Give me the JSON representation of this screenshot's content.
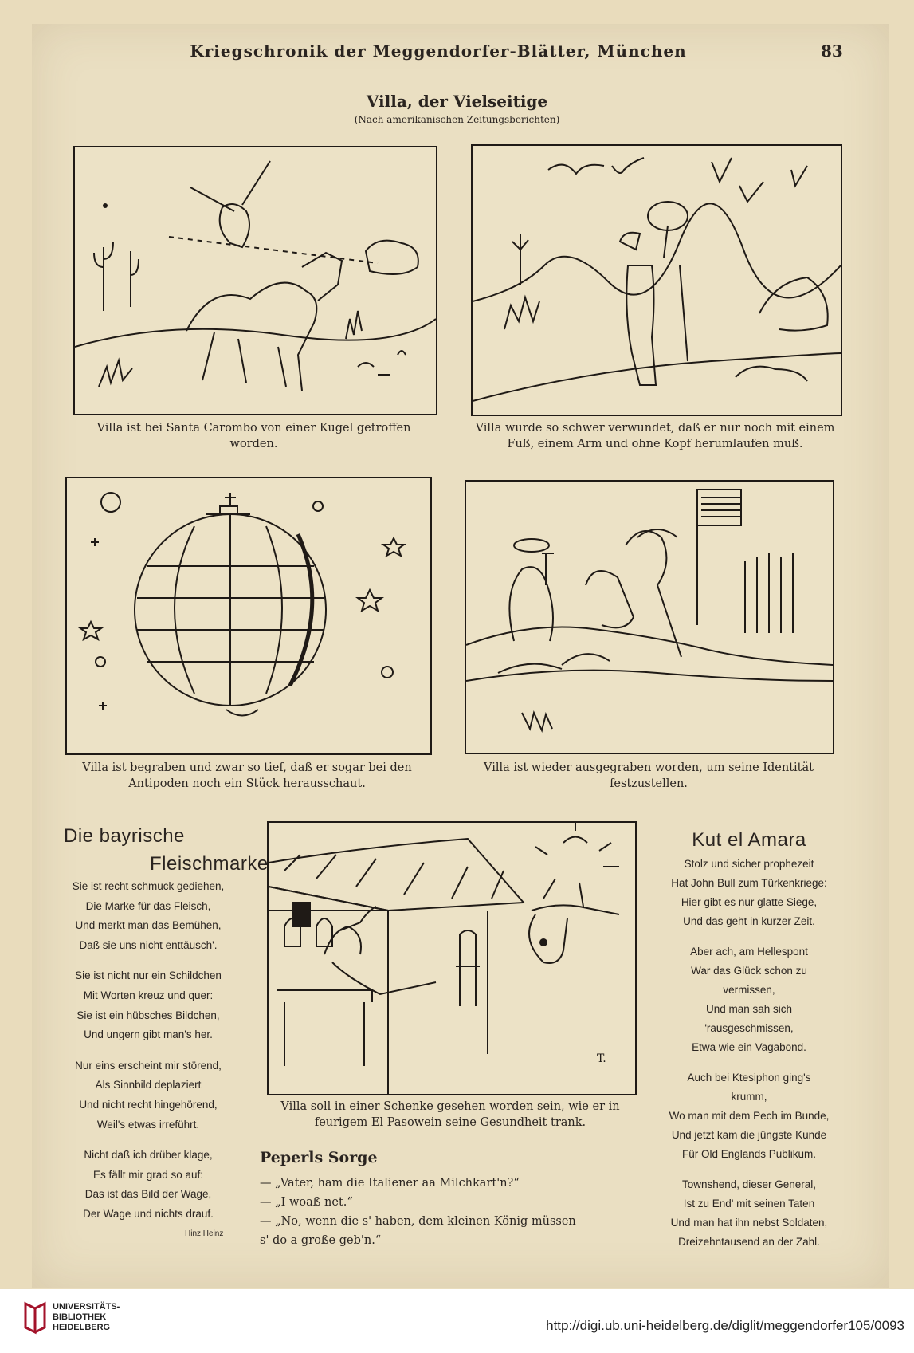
{
  "header": {
    "running_title": "Kriegschronik der Meggendorfer-Blätter, München",
    "page_number": "83"
  },
  "article": {
    "title": "Villa, der Vielseitige",
    "subtitle": "(Nach amerikanischen Zeitungsberichten)"
  },
  "panels": [
    {
      "caption": "Villa ist bei Santa Carombo von einer Kugel getroffen worden."
    },
    {
      "caption": "Villa wurde so schwer verwundet, daß er nur noch mit einem Fuß, einem Arm und ohne Kopf herumlaufen muß."
    },
    {
      "caption": "Villa ist begraben und zwar so tief, daß er sogar bei den Antipoden noch ein Stück herausschaut."
    },
    {
      "caption": "Villa ist wieder ausgegraben worden, um seine Identität festzustellen."
    },
    {
      "caption": "Villa soll in einer Schenke gesehen worden sein, wie er in feurigem El Pasowein seine Gesundheit trank."
    }
  ],
  "poem_left": {
    "title_line1": "Die bayrische",
    "title_line2": "Fleischmarke",
    "stanzas": [
      [
        "Sie ist recht schmuck gediehen,",
        "Die Marke für das Fleisch,",
        "Und merkt man das Bemühen,",
        "Daß sie uns nicht enttäusch'."
      ],
      [
        "Sie ist nicht nur ein Schildchen",
        "Mit Worten kreuz und quer:",
        "Sie ist ein hübsches Bildchen,",
        "Und ungern gibt man's her."
      ],
      [
        "Nur eins erscheint mir störend,",
        "Als Sinnbild deplaziert",
        "Und nicht recht hingehörend,",
        "Weil's etwas irreführt."
      ],
      [
        "Nicht daß ich drüber klage,",
        "Es fällt mir grad so auf:",
        "Das ist das Bild der Wage,",
        "Der Wage und nichts drauf."
      ]
    ],
    "author": "Hinz Heinz"
  },
  "poem_right": {
    "title": "Kut el Amara",
    "stanzas": [
      [
        "Stolz und sicher prophezeit",
        "Hat John Bull zum Türkenkriege:",
        "Hier gibt es nur glatte Siege,",
        "Und das geht in kurzer Zeit."
      ],
      [
        "Aber ach, am Hellespont",
        "War das Glück schon zu",
        "vermissen,",
        "Und man sah sich",
        "'rausgeschmissen,",
        "Etwa wie ein Vagabond."
      ],
      [
        "Auch bei Ktesiphon ging's",
        "krumm,",
        "Wo man mit dem Pech im Bunde,",
        "Und jetzt kam die jüngste Kunde",
        "Für Old Englands Publikum."
      ],
      [
        "Townshend, dieser General,",
        "Ist zu End' mit seinen Taten",
        "Und man hat ihn nebst Soldaten,",
        "Dreizehntausend an der Zahl."
      ]
    ]
  },
  "dialog": {
    "title": "Peperls Sorge",
    "lines": [
      "— „Vater, ham die Italiener aa Milchkart'n?“",
      "— „I woaß net.“",
      "— „No, wenn die s' haben, dem kleinen König müssen",
      "s' do a große geb'n.“"
    ]
  },
  "panel5_signature": "T.",
  "footer": {
    "logo_line1": "UNIVERSITÄTS-",
    "logo_line2": "BIBLIOTHEK",
    "logo_line3": "HEIDELBERG",
    "url": "http://digi.ub.uni-heidelberg.de/diglit/meggendorfer105/0093"
  }
}
